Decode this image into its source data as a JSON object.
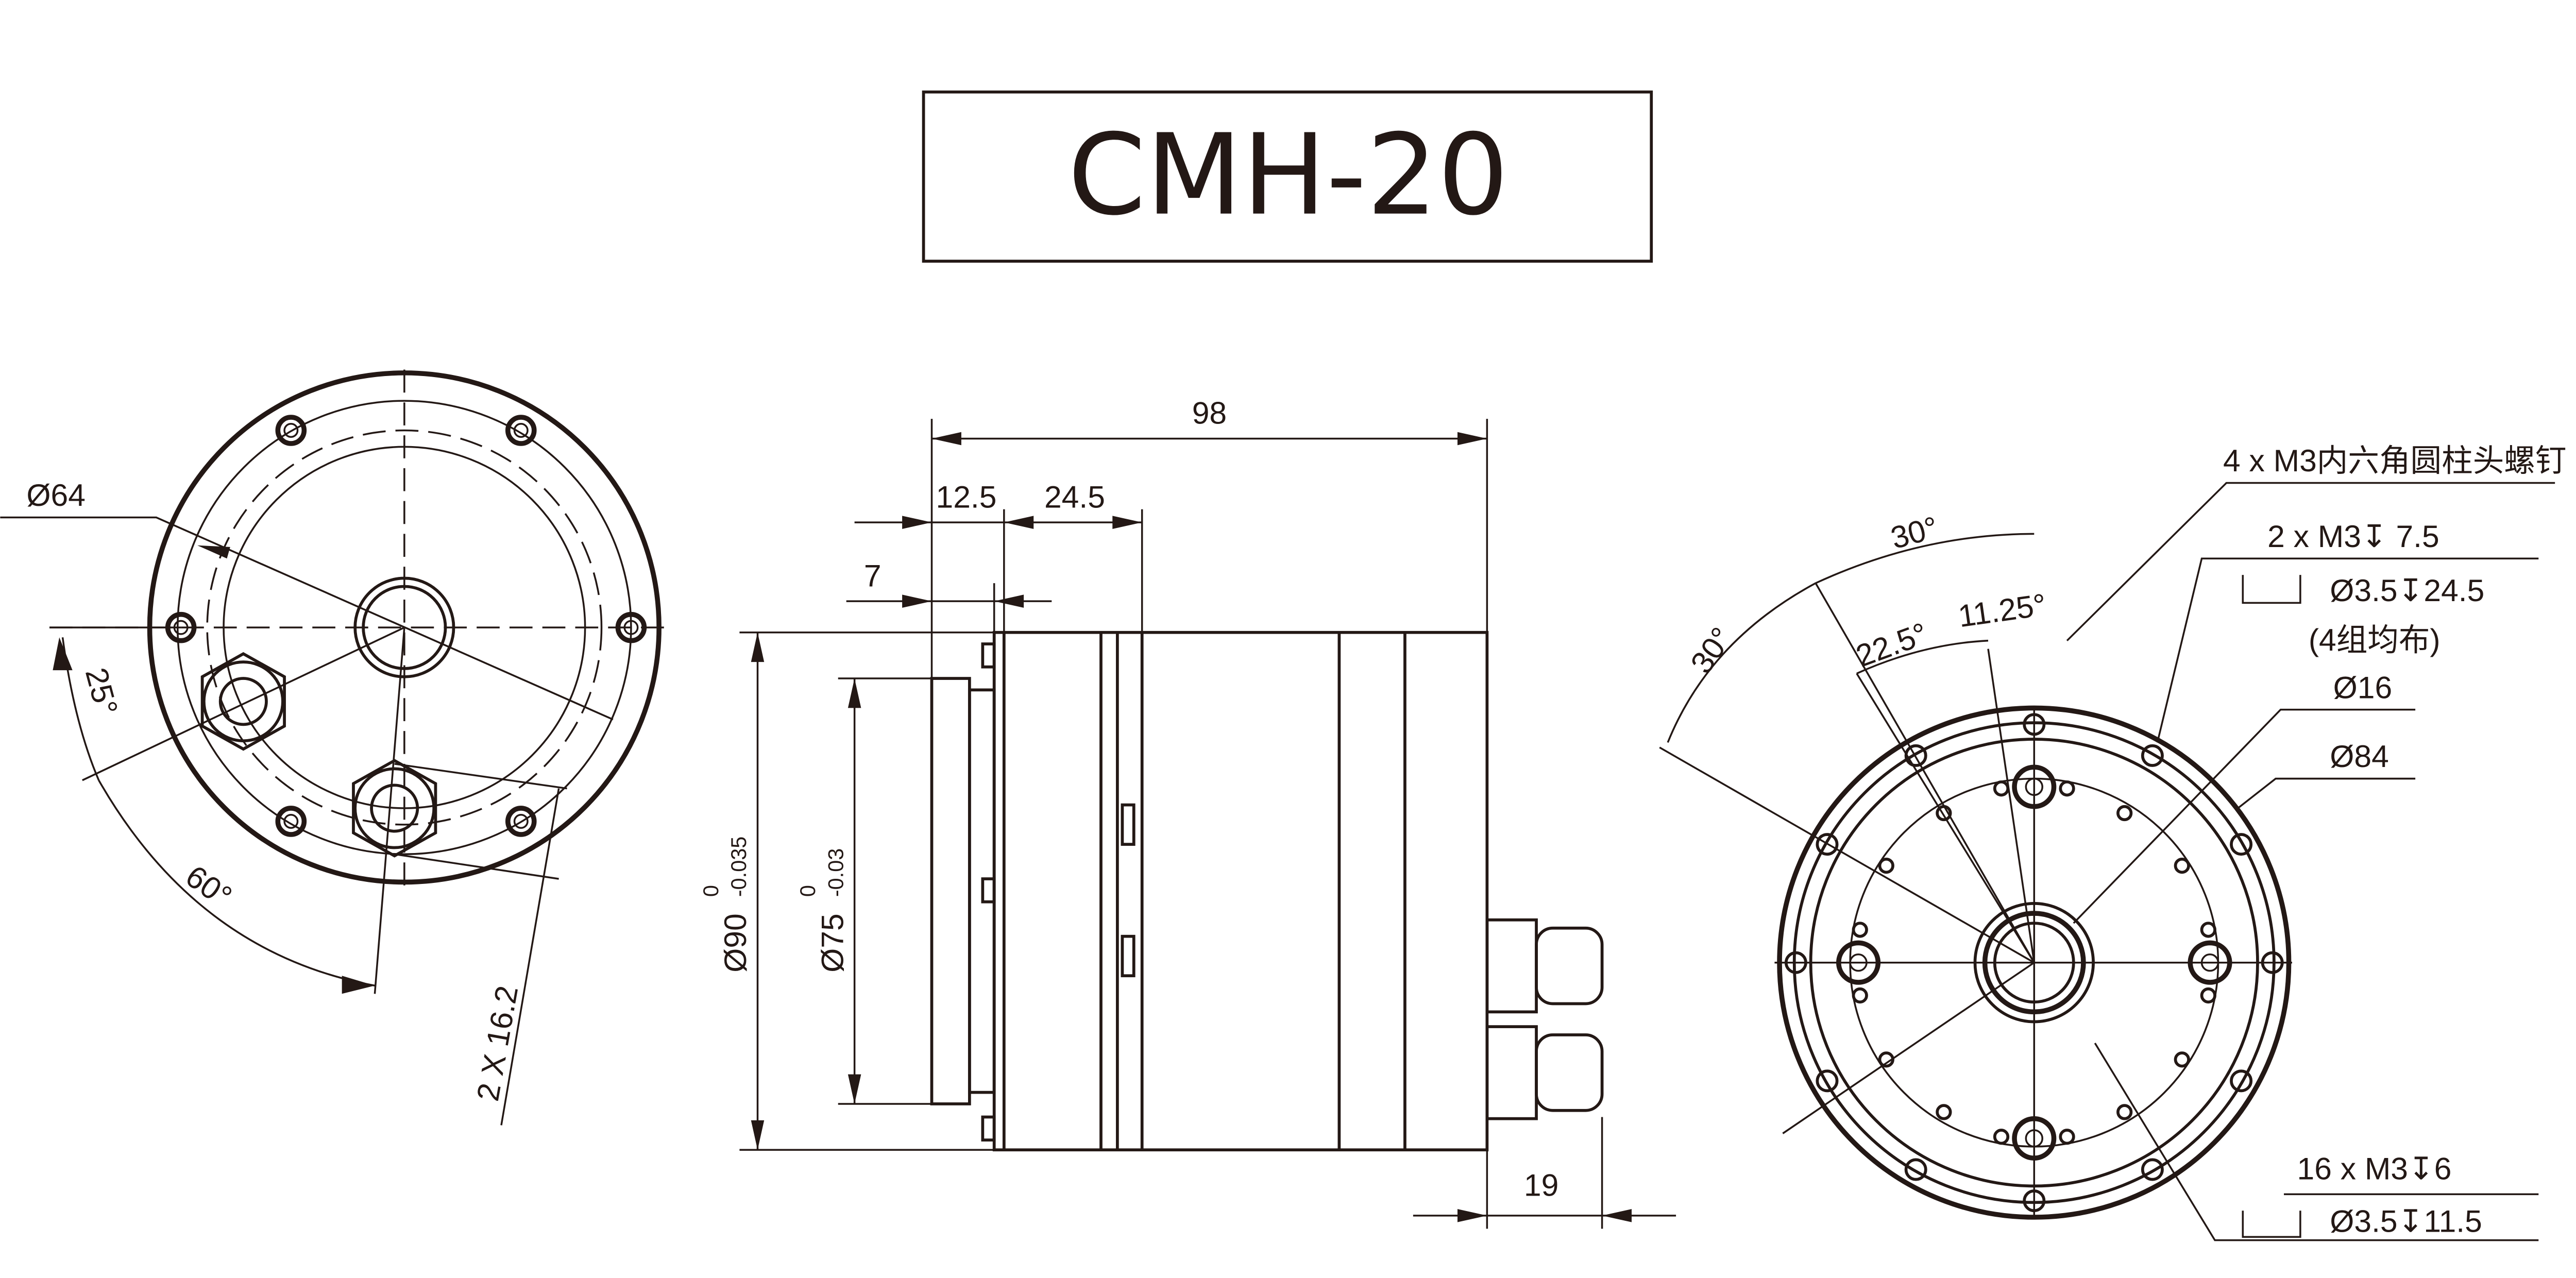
{
  "title": "CMH-20",
  "left_view": {
    "dia_bolt_circle": "Ø64",
    "angle_small": "25°",
    "angle_large": "60°",
    "gland_spacing": "2 X 16.2"
  },
  "side_view": {
    "overall_length": "98",
    "dim_12_5": "12.5",
    "dim_24_5": "24.5",
    "dim_7": "7",
    "dia_90": "Ø90",
    "dia_90_tol_upper": "0",
    "dia_90_tol_lower": "-0.035",
    "dia_75": "Ø75",
    "dia_75_tol_upper": "0",
    "dia_75_tol_lower": "-0.03",
    "gland_length": "19"
  },
  "right_view": {
    "screws_note": "4 x M3内六角圆柱头螺钉",
    "thread_note": "2 x  M3↧ 7.5",
    "counterbore_note": "Ø3.5↧24.5",
    "group_note": "(4组均布)",
    "dia_16": "Ø16",
    "dia_84": "Ø84",
    "holes_note": "16 x M3↧6",
    "holes_counterbore": "Ø3.5↧11.5",
    "angle_30_a": "30°",
    "angle_30_b": "30°",
    "angle_22_5": "22.5°",
    "angle_11_25": "11.25°"
  },
  "colors": {
    "line": "#231815",
    "background": "#ffffff"
  }
}
